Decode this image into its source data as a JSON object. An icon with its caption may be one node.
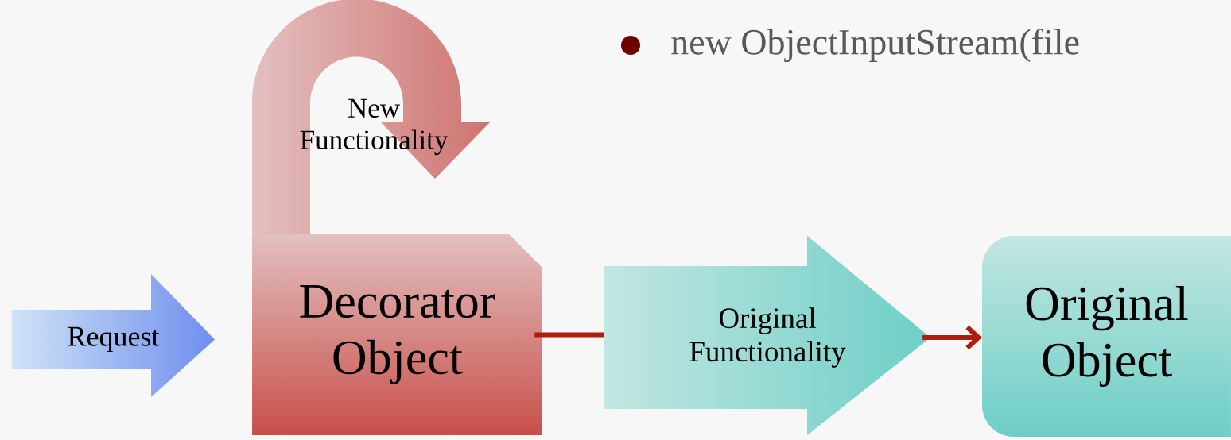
{
  "diagram": {
    "nodes": [
      {
        "text": [
          "Request"
        ]
      },
      {
        "text": [
          "Decorator Object"
        ]
      },
      {
        "text": [
          "New Functionality"
        ]
      },
      {
        "text": [
          "Original Functionality"
        ]
      },
      {
        "text": [
          "Original Object"
        ]
      }
    ],
    "edges": [
      {
        "from": 1,
        "to": 3,
        "arrow": "none"
      },
      {
        "from": 3,
        "to": 4,
        "arrow": "to"
      }
    ],
    "labels": [
      "new ObjectInputStream(file"
    ]
  }
}
